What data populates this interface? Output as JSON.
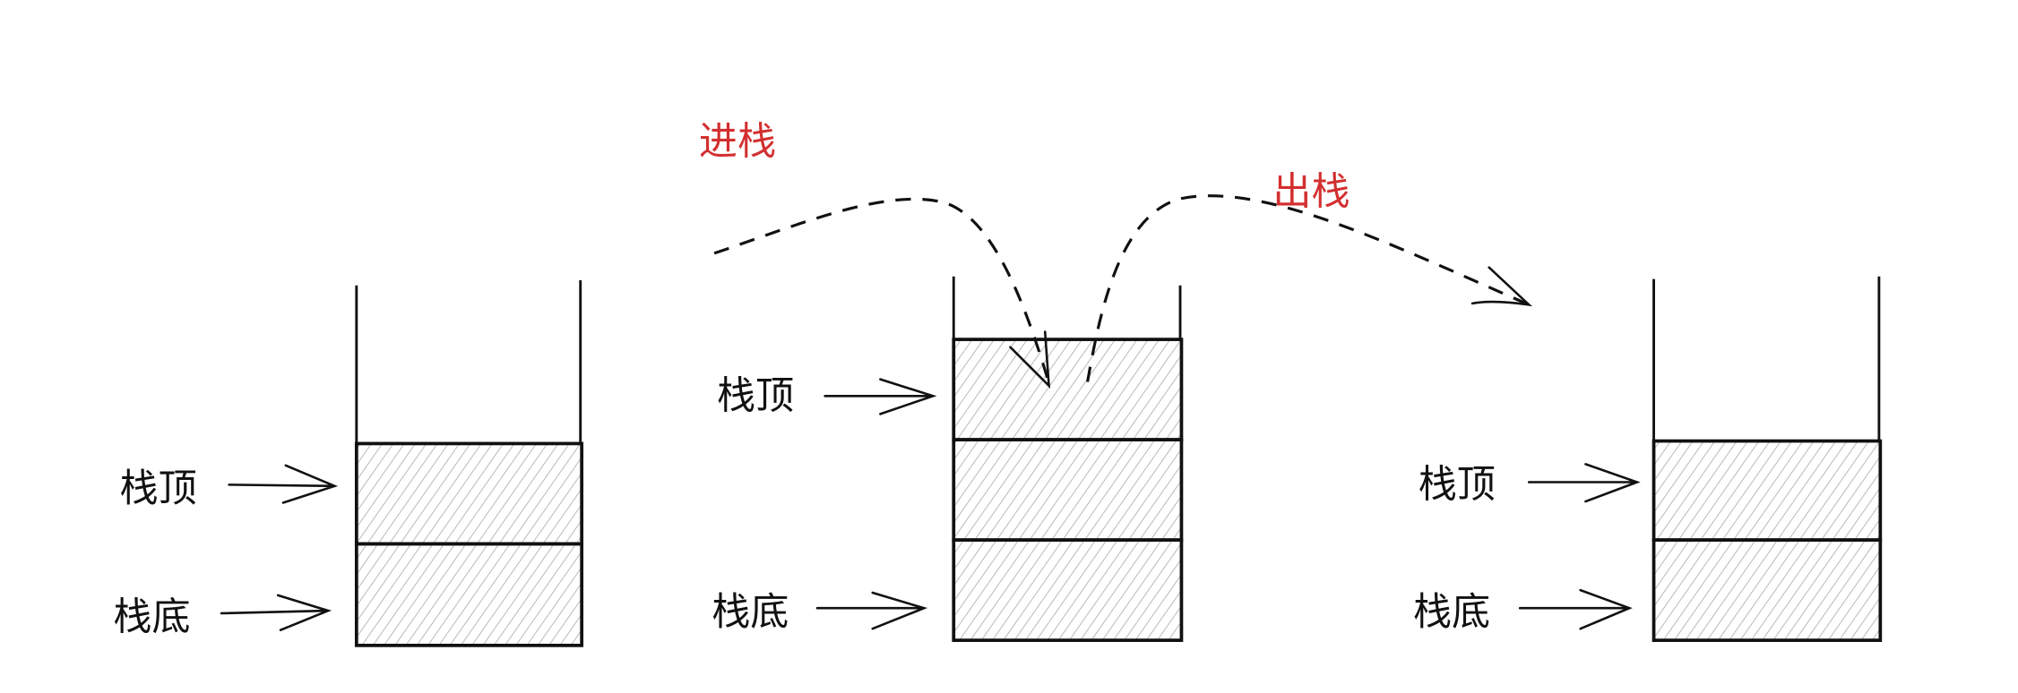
{
  "labels": {
    "top": "栈顶",
    "bottom": "栈底",
    "push": "进栈",
    "pop": "出栈"
  },
  "stacks": [
    {
      "name": "initial",
      "elements": 2
    },
    {
      "name": "after-push",
      "elements": 3
    },
    {
      "name": "after-pop",
      "elements": 2
    }
  ],
  "colors": {
    "action_text": "#d32f2f",
    "stroke": "#111111",
    "hatch": "#9aa0a6"
  }
}
